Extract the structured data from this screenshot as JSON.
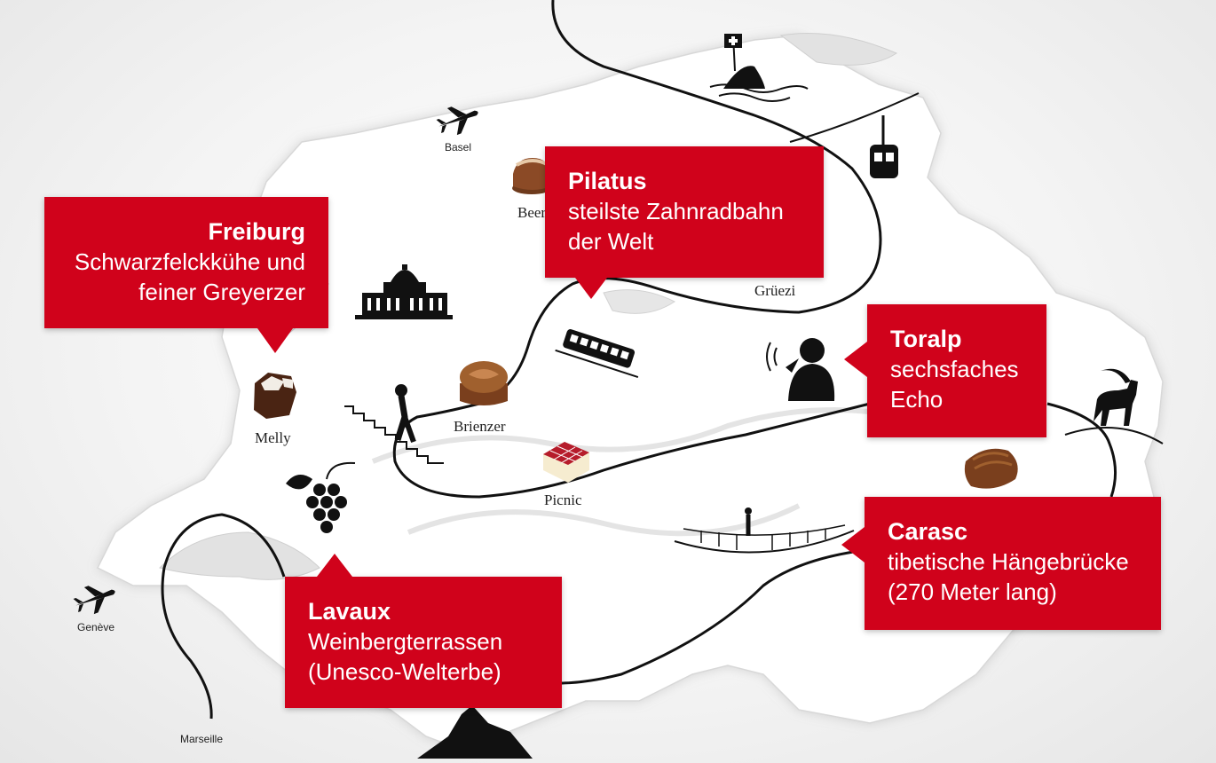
{
  "callouts": {
    "freiburg": {
      "title": "Freiburg",
      "desc1": "Schwarzfelckkühe und",
      "desc2": "feiner Greyerzer"
    },
    "pilatus": {
      "title": "Pilatus",
      "desc1": "steilste Zahnradbahn",
      "desc2": "der Welt"
    },
    "toralp": {
      "title": "Toralp",
      "desc1": "sechsfaches",
      "desc2": "Echo"
    },
    "carasc": {
      "title": "Carasc",
      "desc1": "tibetische Hängebrücke",
      "desc2": "(270 Meter lang)"
    },
    "lavaux": {
      "title": "Lavaux",
      "desc1": "Weinbergterrassen",
      "desc2": "(Unesco-Welterbe)"
    }
  },
  "places": {
    "melly": "Melly",
    "brienzer": "Brienzer",
    "picnic": "Picnic",
    "gruezi": "Grüezi",
    "beer": "Beer"
  },
  "cities": {
    "basel": "Basel",
    "geneve": "Genève",
    "marseille": "Marseille"
  },
  "colors": {
    "accent": "#d0021b",
    "route": "#111111",
    "land": "#ffffff"
  }
}
